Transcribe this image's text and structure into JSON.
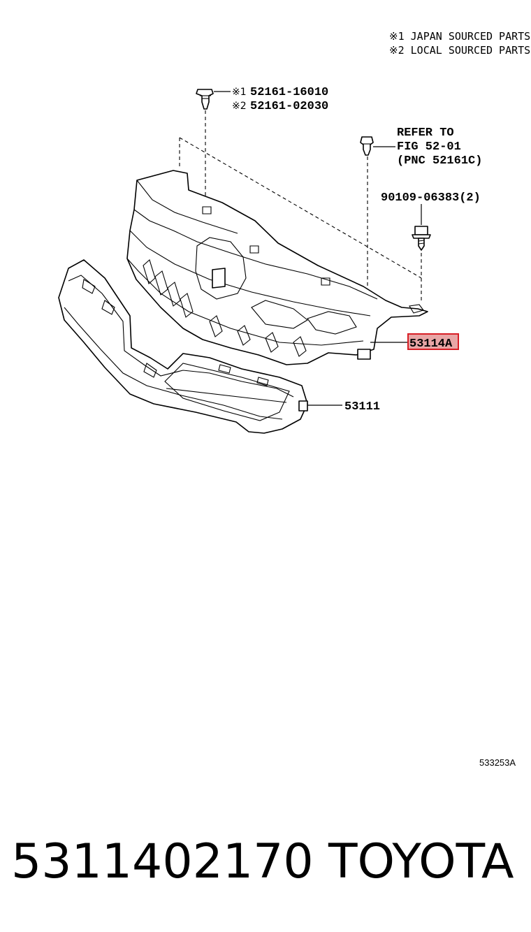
{
  "notes": {
    "line1": "※1 JAPAN SOURCED PARTS",
    "line2": "※2 LOCAL SOURCED PARTS"
  },
  "clip_callout": {
    "mark1": "※1",
    "code1": "52161-16010",
    "mark2": "※2",
    "code2": "52161-02030"
  },
  "refer_callout": {
    "line1": "REFER TO",
    "line2": "FIG 52-01",
    "line3": "(PNC 52161C)"
  },
  "bolt_callout": {
    "code": "90109-06383(2)"
  },
  "highlight_callout": {
    "code": "53114A",
    "highlight_color": "#e8a6a6",
    "border_color": "#d81f26"
  },
  "grille_callout": {
    "code": "53111"
  },
  "figure_id": "533253A",
  "footer": {
    "part_number": "5311402170",
    "brand": "TOYOTA"
  }
}
